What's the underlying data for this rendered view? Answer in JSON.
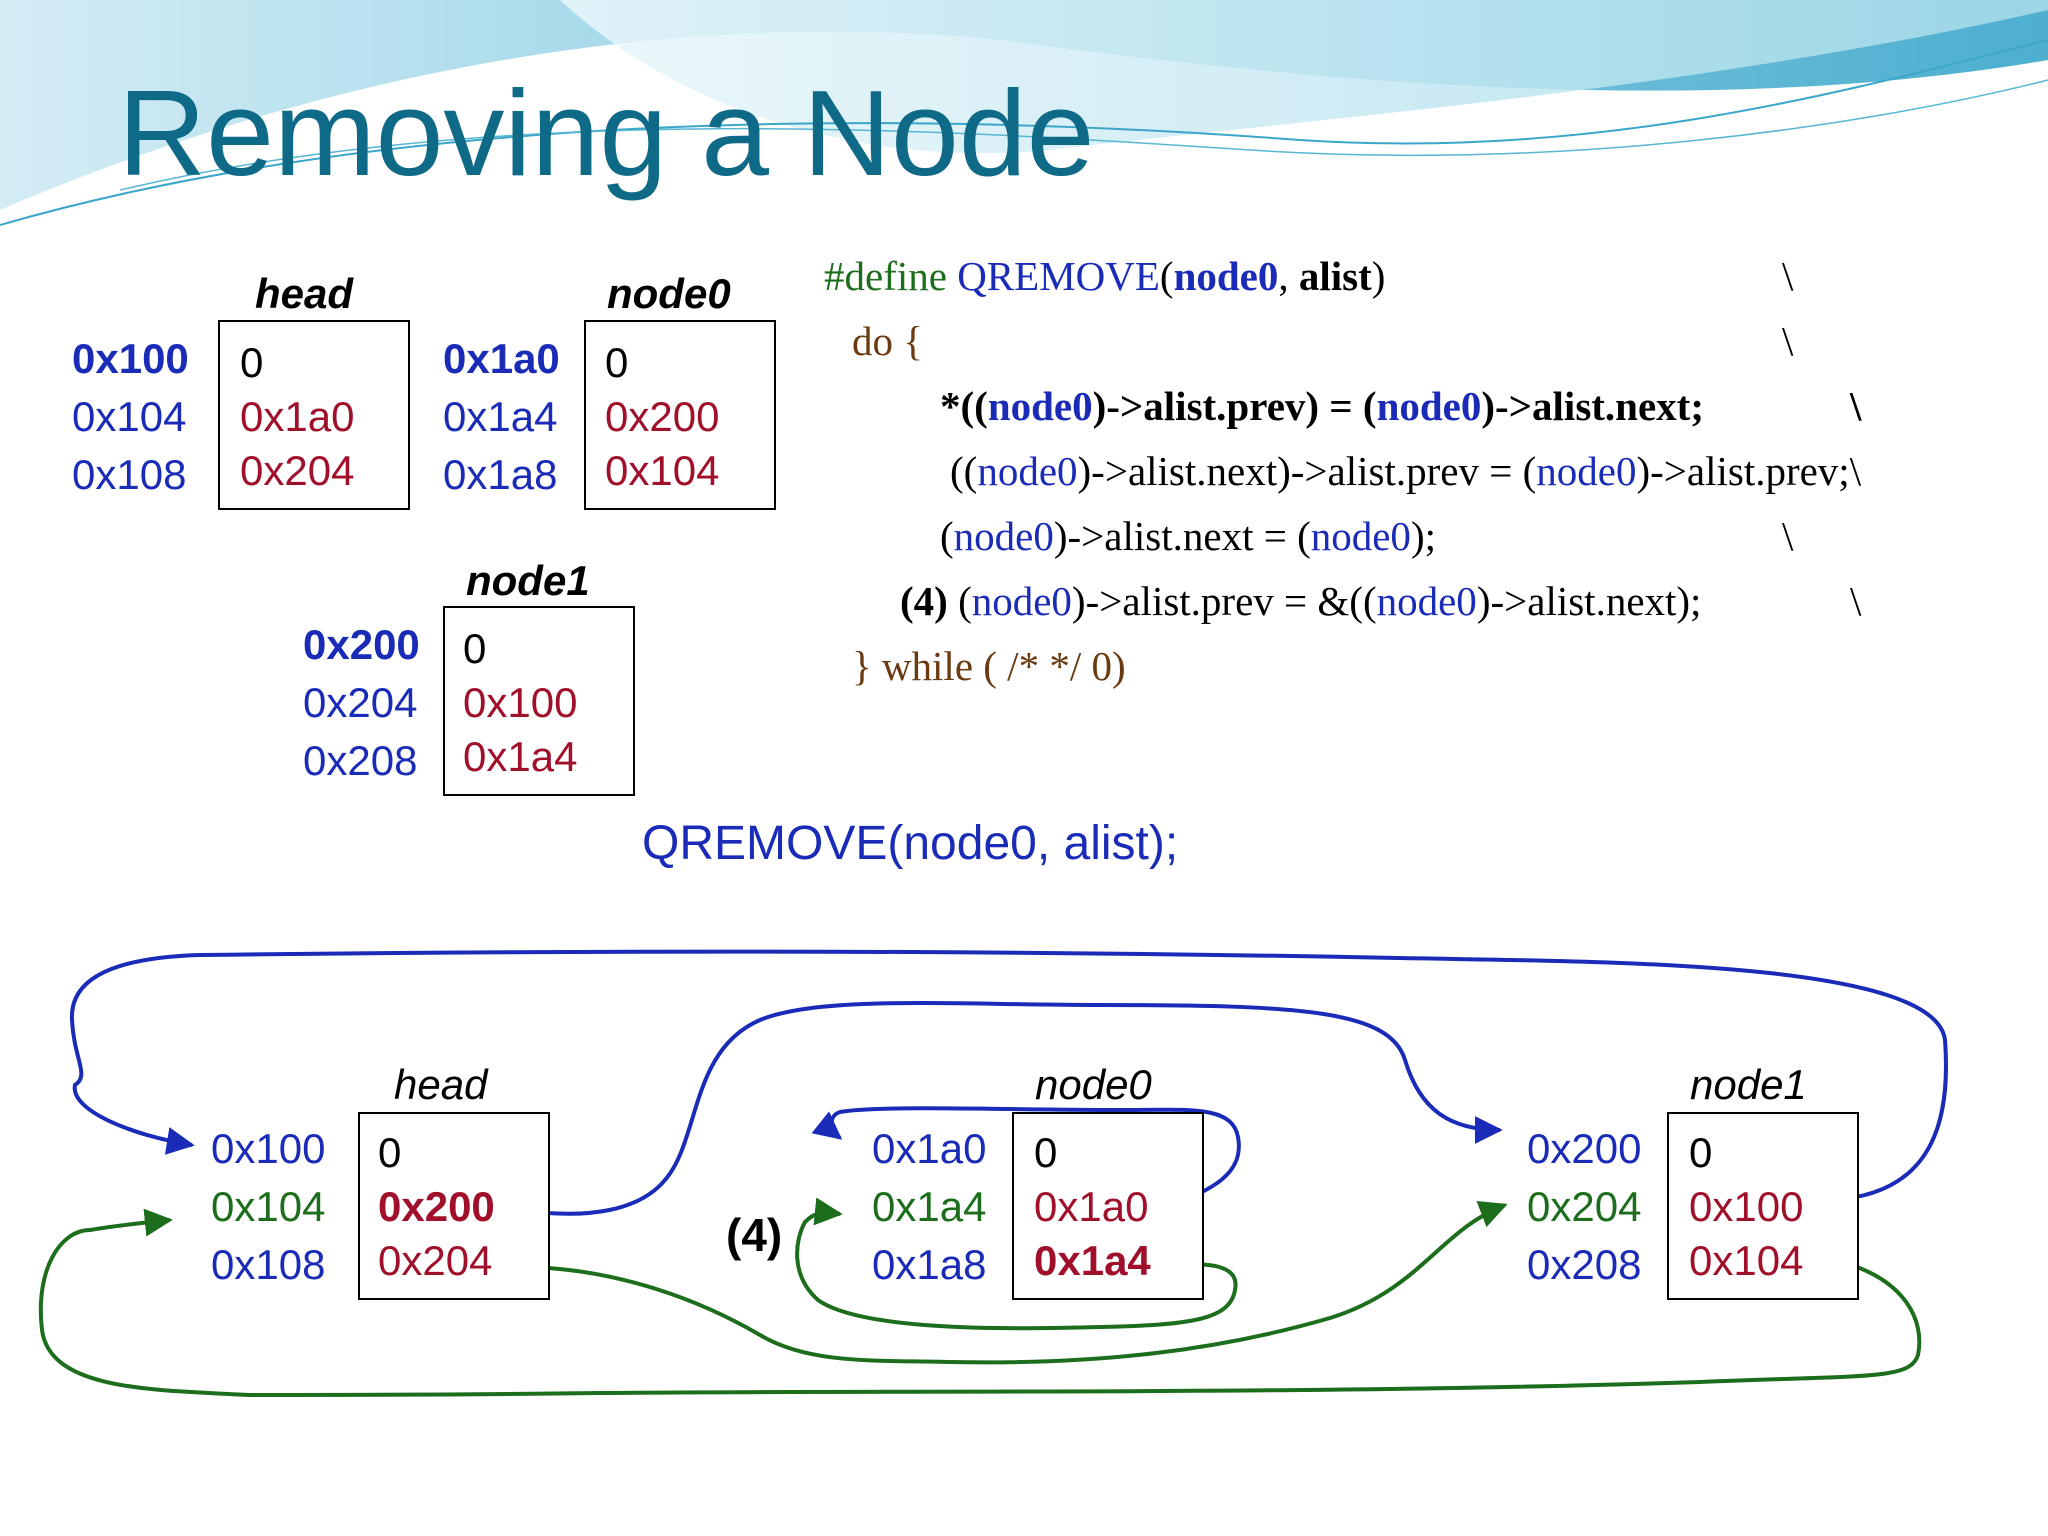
{
  "slide": {
    "title": "Removing a Node",
    "call": "QREMOVE(node0, alist);"
  },
  "code": {
    "line1": {
      "kw": "#define",
      "name": "QREMOVE",
      "open": "(",
      "arg1": "node0",
      "comma": ", ",
      "arg2": "alist",
      "close": ")"
    },
    "line2": "do {",
    "line3": {
      "a": "*((",
      "n1": "node0",
      "b": ")->alist.prev) = (",
      "n2": "node0",
      "c": ")->alist.next;"
    },
    "line4": {
      "a": "((",
      "n1": "node0",
      "b": ")->alist.next)->alist.prev = (",
      "n2": "node0",
      "c": ")->alist.prev;\\"
    },
    "line5": {
      "a": "(",
      "n1": "node0",
      "b": ")->alist.next = (",
      "n2": "node0",
      "c": ");"
    },
    "line6": {
      "step": "(4)",
      "a": " (",
      "n1": "node0",
      "b": ")->alist.prev = &((",
      "n2": "node0",
      "c": ")->alist.next);"
    },
    "line7": "} while ( /* */ 0)",
    "backslash": "\\"
  },
  "top_nodes": {
    "head": {
      "label": "head",
      "addrs": [
        "0x100",
        "0x104",
        "0x108"
      ],
      "vals": [
        "0",
        "0x1a0",
        "0x204"
      ]
    },
    "node0": {
      "label": "node0",
      "addrs": [
        "0x1a0",
        "0x1a4",
        "0x1a8"
      ],
      "vals": [
        "0",
        "0x200",
        "0x104"
      ]
    },
    "node1": {
      "label": "node1",
      "addrs": [
        "0x200",
        "0x204",
        "0x208"
      ],
      "vals": [
        "0",
        "0x100",
        "0x1a4"
      ]
    }
  },
  "bottom_nodes": {
    "head": {
      "label": "head",
      "addrs": [
        "0x100",
        "0x104",
        "0x108"
      ],
      "vals": [
        "0",
        "0x200",
        "0x204"
      ]
    },
    "node0": {
      "label": "node0",
      "addrs": [
        "0x1a0",
        "0x1a4",
        "0x1a8"
      ],
      "vals": [
        "0",
        "0x1a0",
        "0x1a4"
      ]
    },
    "node1": {
      "label": "node1",
      "addrs": [
        "0x200",
        "0x204",
        "0x208"
      ],
      "vals": [
        "0",
        "0x100",
        "0x104"
      ]
    }
  },
  "step_label": "(4)",
  "colors": {
    "title": "#0f6a87",
    "address_blue": "#1a2bb8",
    "next_ptr_green": "#1c6e1c",
    "value_red": "#a0102a",
    "arrow_blue": "#1a2bb8",
    "arrow_green": "#1c6e1c"
  }
}
